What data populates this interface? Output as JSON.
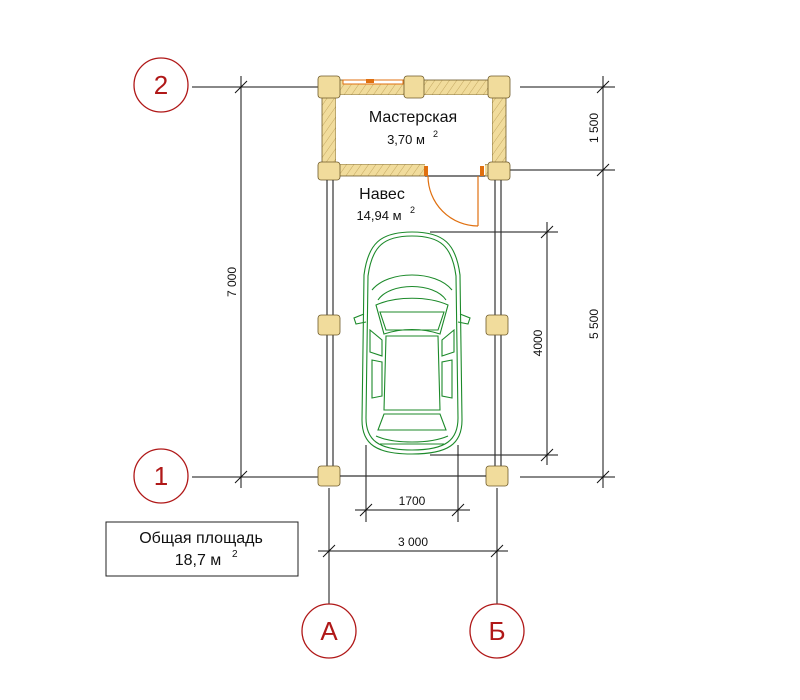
{
  "axes": {
    "row_2": "2",
    "row_1": "1",
    "col_a": "А",
    "col_b": "Б"
  },
  "rooms": {
    "workshop": {
      "name": "Мастерская",
      "area": "3,70 м",
      "unit_sup": "2"
    },
    "canopy": {
      "name": "Навес",
      "area": "14,94 м",
      "unit_sup": "2"
    }
  },
  "dimensions": {
    "total_length": "7 000",
    "workshop_length": "1 500",
    "canopy_length": "5 500",
    "car_length": "4000",
    "car_width": "1700",
    "total_width": "3 000"
  },
  "summary": {
    "title": "Общая площадь",
    "area": "18,7 м",
    "unit_sup": "2"
  },
  "colors": {
    "axis_marker": "#b01818",
    "timber": "#f1dc9c",
    "car_outline": "#1c8a2a",
    "door": "#e07010"
  }
}
